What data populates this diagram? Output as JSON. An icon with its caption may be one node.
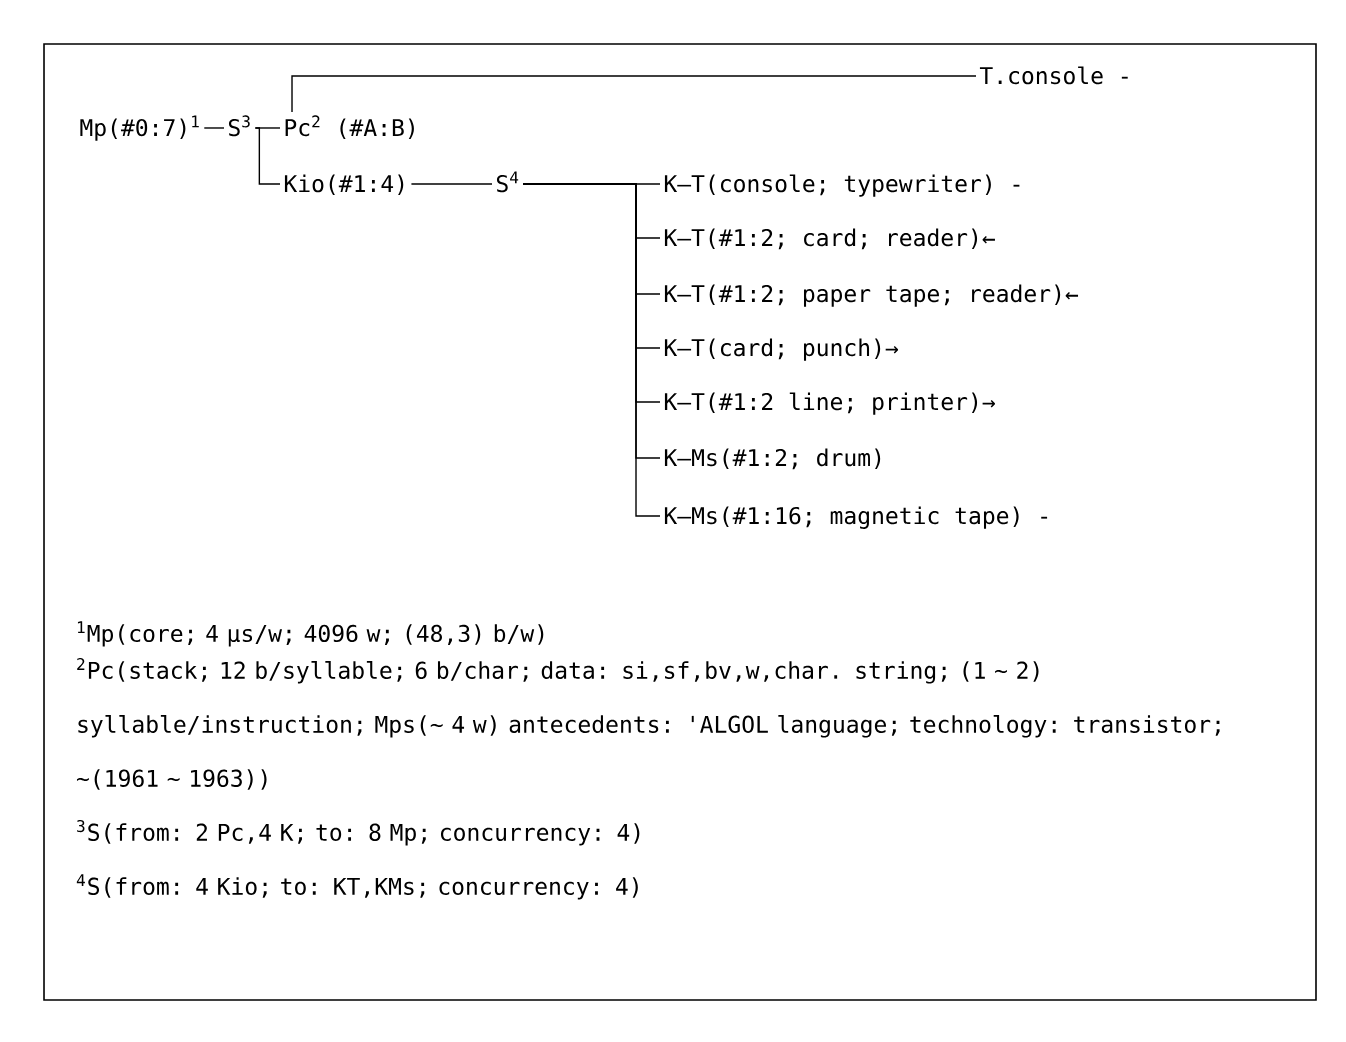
{
  "diagram": {
    "nodes": [
      {
        "text": [
          "Mp(#0:7)$^{1}$"
        ]
      },
      {
        "text": [
          "S$^{3}$"
        ]
      },
      {
        "text": [
          "Pc$^{2}$ (#A:B)"
        ]
      },
      {
        "text": [
          "T.console -"
        ]
      },
      {
        "text": [
          "Kio(#1:4)"
        ]
      },
      {
        "text": [
          "S$^{4}$"
        ]
      },
      {
        "text": [
          "K—T(console; typewriter) -"
        ]
      },
      {
        "text": [
          "K—T(#1:2; card; reader)←"
        ]
      },
      {
        "text": [
          "K—T(#1:2; paper tape; reader)←"
        ]
      },
      {
        "text": [
          "K—T(card; punch)→"
        ]
      },
      {
        "text": [
          "K—T(#1:2 line; printer)→"
        ]
      },
      {
        "text": [
          "K—Ms(#1:2; drum)"
        ]
      },
      {
        "text": [
          "K—Ms(#1:16; magnetic tape) -"
        ]
      }
    ],
    "edges": [
      {
        "from": 0,
        "to": 1,
        "arrow": "none"
      },
      {
        "from": 1,
        "to": 2,
        "arrow": "none"
      },
      {
        "from": 2,
        "to": 3,
        "arrow": "none"
      },
      {
        "from": 1,
        "to": 4,
        "arrow": "none"
      },
      {
        "from": 4,
        "to": 5,
        "arrow": "none"
      },
      {
        "from": 5,
        "to": 6,
        "arrow": "none"
      },
      {
        "from": 5,
        "to": 7,
        "arrow": "none"
      },
      {
        "from": 5,
        "to": 8,
        "arrow": "none"
      },
      {
        "from": 5,
        "to": 9,
        "arrow": "none"
      },
      {
        "from": 5,
        "to": 10,
        "arrow": "none"
      },
      {
        "from": 5,
        "to": 11,
        "arrow": "none"
      },
      {
        "from": 5,
        "to": 12,
        "arrow": "none"
      }
    ],
    "labels": [
      "$^{1}$Mp(core; 4 µs/w; 4096 w; (48,3) b/w)",
      "$^{2}$Pc(stack; 12 b/syllable; 6 b/char; data: si,sf,bv,w,char. string; (1 ~ 2) syllable/instruction; Mps(~ 4 w) antecedents: 'ALGOL language; technology: transistor; ~(1961 ~ 1963))",
      "$^{3}$S(from: 2 Pc,4 K; to: 8 Mp; concurrency: 4)",
      "$^{4}$S(from: 4 Kio; to: KT,KMs; concurrency: 4)"
    ]
  }
}
